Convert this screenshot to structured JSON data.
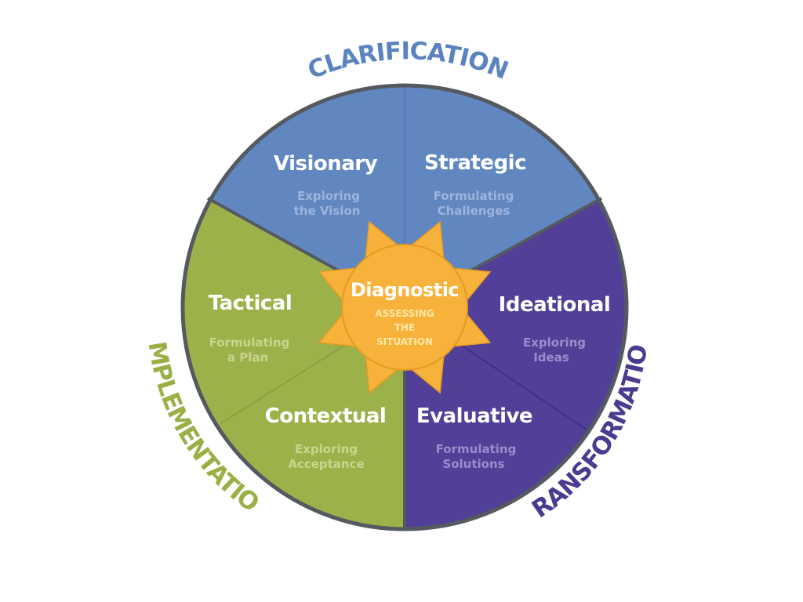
{
  "colors": {
    "blue": "#6187c1",
    "purple": "#523f97",
    "green": "#9db14a",
    "orange": "#f7b23c",
    "outline": "#555a60",
    "blue_sub": "#9db4dc",
    "purple_sub": "#9a8ccc",
    "green_sub": "#c9d48e",
    "label_blue": "#5b83bf",
    "label_purple": "#4b3a8f",
    "label_green": "#9ab046"
  },
  "ring_labels": {
    "clarification": "CLARIFICATION",
    "transformation": "TRANSFORMATION",
    "implementation": "IMPLEMENTATION"
  },
  "segments": {
    "visionary": {
      "title": "Visionary",
      "sub1": "Exploring",
      "sub2": "the Vision"
    },
    "strategic": {
      "title": "Strategic",
      "sub1": "Formulating",
      "sub2": "Challenges"
    },
    "ideational": {
      "title": "Ideational",
      "sub1": "Exploring",
      "sub2": "Ideas"
    },
    "evaluative": {
      "title": "Evaluative",
      "sub1": "Formulating",
      "sub2": "Solutions"
    },
    "contextual": {
      "title": "Contextual",
      "sub1": "Exploring",
      "sub2": "Acceptance"
    },
    "tactical": {
      "title": "Tactical",
      "sub1": "Formulating",
      "sub2": "a Plan"
    }
  },
  "center": {
    "title": "Diagnostic",
    "sub1": "ASSESSING",
    "sub2": "THE",
    "sub3": "SITUATION"
  }
}
